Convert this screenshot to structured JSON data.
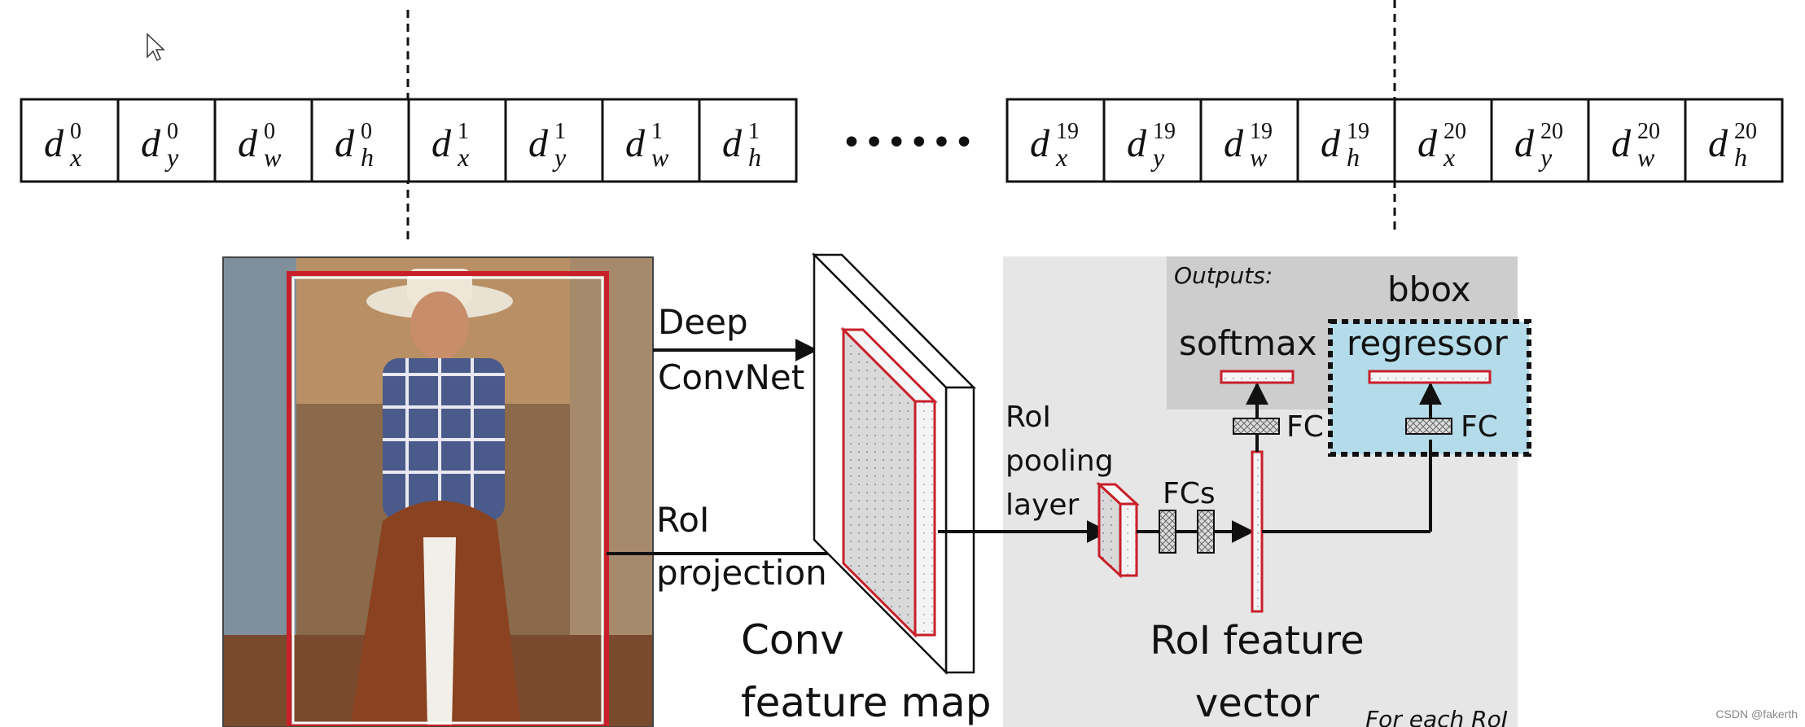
{
  "row1": {
    "cells": [
      {
        "base": "d",
        "sub": "x",
        "sup": "0"
      },
      {
        "base": "d",
        "sub": "y",
        "sup": "0"
      },
      {
        "base": "d",
        "sub": "w",
        "sup": "0"
      },
      {
        "base": "d",
        "sub": "h",
        "sup": "0"
      },
      {
        "base": "d",
        "sub": "x",
        "sup": "1"
      },
      {
        "base": "d",
        "sub": "y",
        "sup": "1"
      },
      {
        "base": "d",
        "sub": "w",
        "sup": "1"
      },
      {
        "base": "d",
        "sub": "h",
        "sup": "1"
      }
    ]
  },
  "ellipsis": "• • • • • •",
  "row2": {
    "cells": [
      {
        "base": "d",
        "sub": "x",
        "sup": "19"
      },
      {
        "base": "d",
        "sub": "y",
        "sup": "19"
      },
      {
        "base": "d",
        "sub": "w",
        "sup": "19"
      },
      {
        "base": "d",
        "sub": "h",
        "sup": "19"
      },
      {
        "base": "d",
        "sub": "x",
        "sup": "20"
      },
      {
        "base": "d",
        "sub": "y",
        "sup": "20"
      },
      {
        "base": "d",
        "sub": "w",
        "sup": "20"
      },
      {
        "base": "d",
        "sub": "h",
        "sup": "20"
      }
    ]
  },
  "labels": {
    "deep": "Deep",
    "convnet": "ConvNet",
    "roi": "RoI",
    "projection": "projection",
    "conv": "Conv",
    "feature_map": "feature map",
    "roi_pool_1": "RoI",
    "roi_pool_2": "pooling",
    "roi_pool_3": "layer",
    "fcs": "FCs",
    "outputs": "Outputs:",
    "softmax": "softmax",
    "bbox": "bbox",
    "regressor": "regressor",
    "fc_left": "FC",
    "fc_right": "FC",
    "roi_feat_1": "RoI feature",
    "roi_feat_2": "vector",
    "for_each": "For each RoI",
    "watermark": "CSDN @fakerth"
  },
  "colors": {
    "red": "#c8202a",
    "gray_panel": "#e6e6e6",
    "dark_panel": "#cdcdcd",
    "blue_panel": "#b4dbe9",
    "black": "#111111"
  }
}
